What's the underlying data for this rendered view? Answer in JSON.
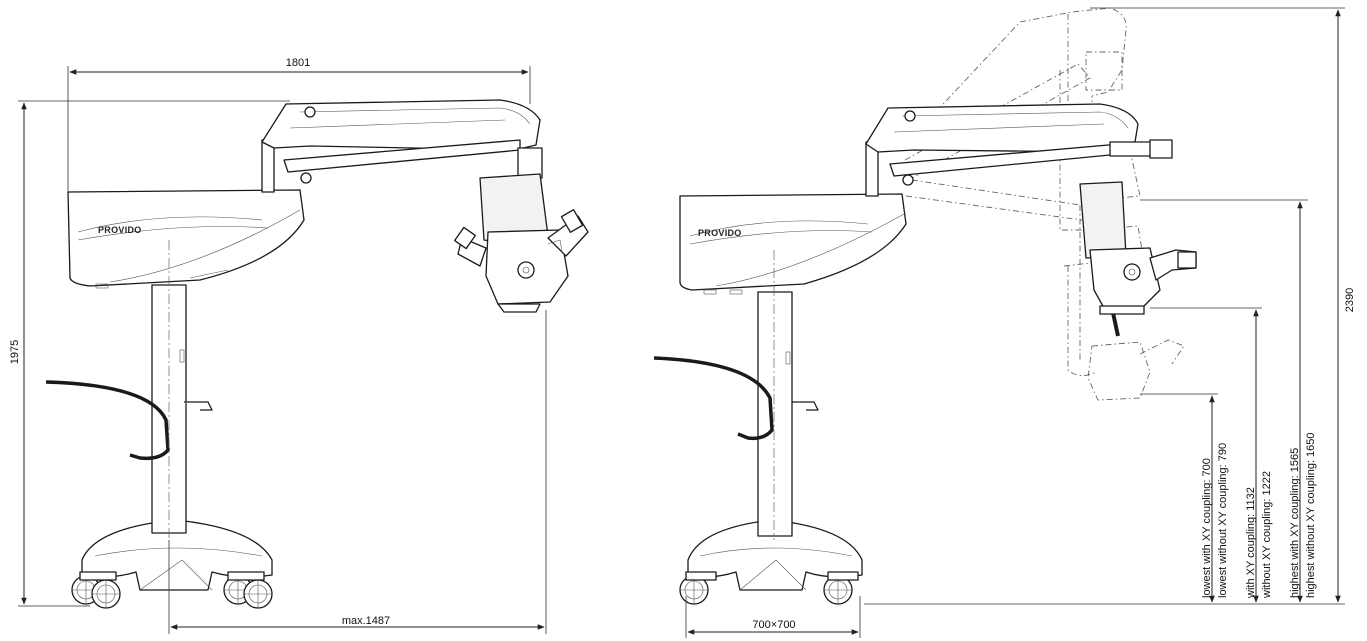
{
  "brand": "PROVIDO",
  "left_view": {
    "reach_width": "1801",
    "total_height": "1975",
    "max_reach": "max.1487"
  },
  "right_view": {
    "base_footprint": "700×700",
    "max_height": "2390",
    "heights": [
      "lowest with XY coupling: 700",
      "lowest without XY coupling: 790",
      "with XY coupling: 1132",
      "without XY coupling: 1222",
      "highest with XY coupling: 1565",
      "highest without XY coupling: 1650"
    ]
  },
  "colors": {
    "line": "#1a1a1a",
    "fill": "#ffffff",
    "panel": "#f2f2f2"
  }
}
